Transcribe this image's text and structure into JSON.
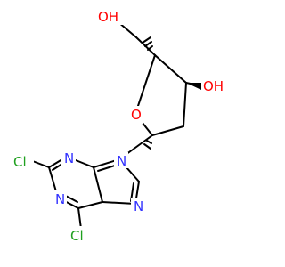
{
  "colors": {
    "background": "#ffffff",
    "bond": "#000000",
    "carbon": "#000000",
    "nitrogen": "#3333ff",
    "oxygen": "#ff0000",
    "chlorine": "#1fa01f"
  },
  "atoms": [
    {
      "id": "OH5",
      "text": "OH",
      "color_key": "oxygen"
    },
    {
      "id": "OH3",
      "text": "OH",
      "color_key": "oxygen"
    },
    {
      "id": "O_ring",
      "text": "O",
      "color_key": "oxygen"
    },
    {
      "id": "N9",
      "text": "N",
      "color_key": "nitrogen"
    },
    {
      "id": "N3",
      "text": "N",
      "color_key": "nitrogen"
    },
    {
      "id": "N1",
      "text": "N",
      "color_key": "nitrogen"
    },
    {
      "id": "N7",
      "text": "N",
      "color_key": "nitrogen"
    },
    {
      "id": "Cl2",
      "text": "Cl",
      "color_key": "chlorine"
    },
    {
      "id": "Cl6",
      "text": "Cl",
      "color_key": "chlorine"
    }
  ]
}
